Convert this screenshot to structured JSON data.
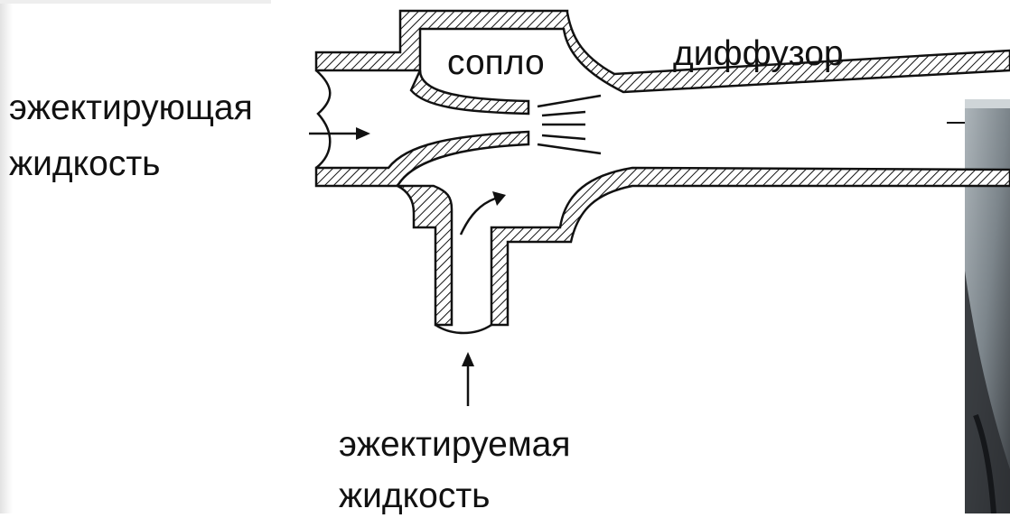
{
  "labels": {
    "motive_fluid_line1": "эжектирующая",
    "motive_fluid_line2": "жидкость",
    "nozzle": "сопло",
    "diffuser": "диффузор",
    "suction_fluid_line1": "эжектируемая",
    "suction_fluid_line2": "жидкость"
  },
  "colors": {
    "background": "#ffffff",
    "left_edge_shade": "#e9e9e9",
    "outline": "#111111",
    "photo_frame": "#c4c9cc",
    "photo_dark": "#2b2e31"
  },
  "icons": [
    "motive-flow-arrow-icon",
    "suction-flow-arrow-icon",
    "curved-flow-arrow-icon",
    "jet-lines-icon"
  ]
}
